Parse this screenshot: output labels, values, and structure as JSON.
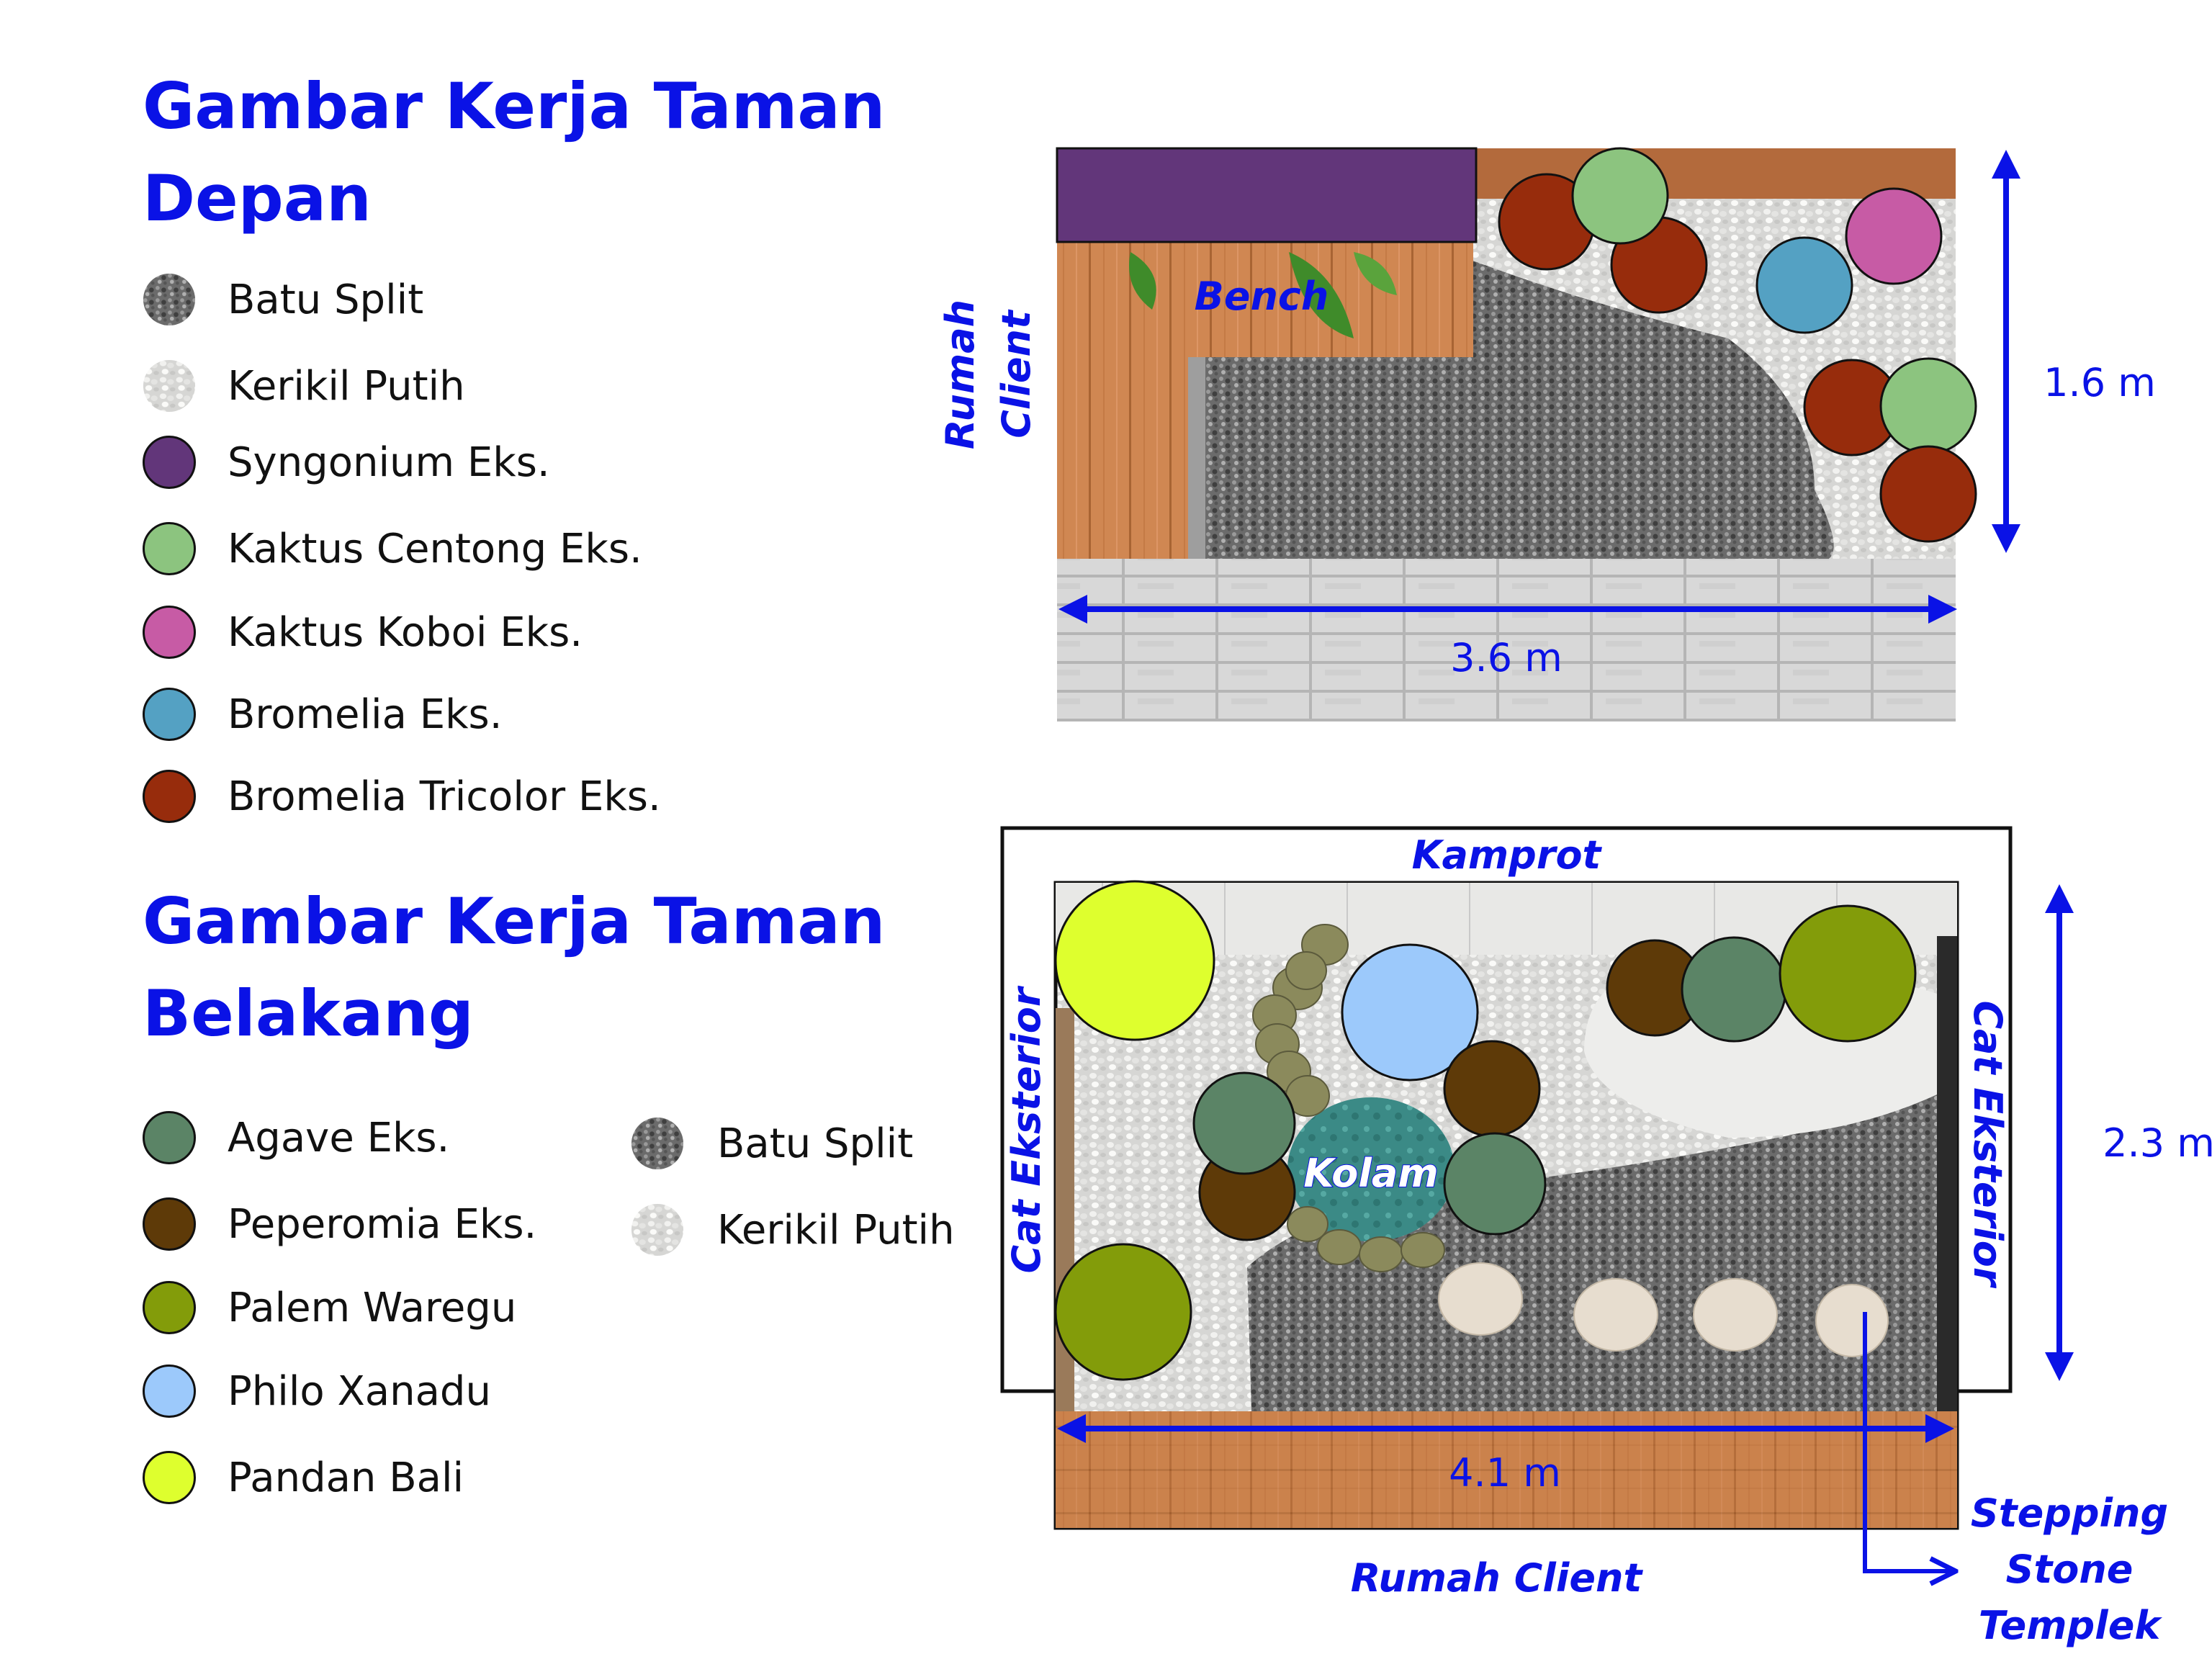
{
  "front": {
    "title_line1": "Gambar Kerja Taman",
    "title_line2": "Depan",
    "legend": [
      {
        "label": "Batu Split",
        "texture": "batu-split"
      },
      {
        "label": "Kerikil Putih",
        "texture": "kerikil-putih"
      },
      {
        "label": "Syngonium Eks.",
        "color": "#62367a"
      },
      {
        "label": "Kaktus Centong Eks.",
        "color": "#8cc47f"
      },
      {
        "label": "Kaktus Koboi Eks.",
        "color": "#c75ba5"
      },
      {
        "label": "Bromelia Eks.",
        "color": "#54a1c3"
      },
      {
        "label": "Bromelia Tricolor Eks.",
        "color": "#972c0c"
      }
    ],
    "labels": {
      "bench": "Bench",
      "house_line1": "Rumah",
      "house_line2": "Client",
      "width": "3.6 m",
      "depth": "1.6 m"
    }
  },
  "back": {
    "title_line1": "Gambar Kerja Taman",
    "title_line2": "Belakang",
    "legend_plants": [
      {
        "label": "Agave Eks.",
        "color": "#5b8466"
      },
      {
        "label": "Peperomia Eks.",
        "color": "#5e3a08"
      },
      {
        "label": "Palem Waregu",
        "color": "#839c0a"
      },
      {
        "label": "Philo Xanadu",
        "color": "#9cc9fb"
      },
      {
        "label": "Pandan Bali",
        "color": "#deff2e"
      }
    ],
    "legend_materials": [
      {
        "label": "Batu Split",
        "texture": "batu-split"
      },
      {
        "label": "Kerikil Putih",
        "texture": "kerikil-putih"
      }
    ],
    "labels": {
      "top": "Kamprot",
      "left": "Cat Eksterior",
      "right": "Cat Eksterior",
      "pond": "Kolam",
      "bottom": "Rumah Client",
      "width": "4.1 m",
      "depth": "2.3 m",
      "stepping_line1": "Stepping",
      "stepping_line2": "Stone",
      "stepping_line3": "Templek"
    }
  },
  "colors": {
    "annotation": "#0a12e6",
    "syngonium": "#62367a",
    "kaktus_centong": "#8cc47f",
    "kaktus_koboi": "#c75ba5",
    "bromelia": "#54a1c3",
    "bromelia_tricolor": "#972c0c",
    "agave": "#5b8466",
    "peperomia": "#5e3a08",
    "palem_waregu": "#839c0a",
    "philo_xanadu": "#9cc9fb",
    "pandan_bali": "#deff2e"
  }
}
